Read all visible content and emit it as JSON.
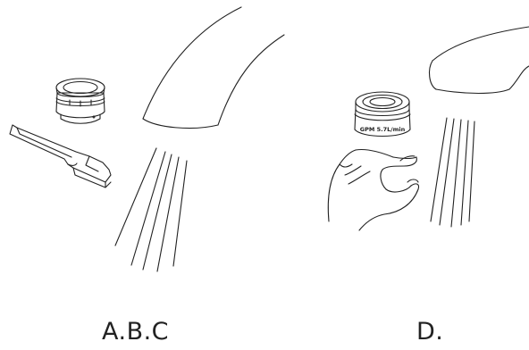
{
  "captions": {
    "left": "A.B.C",
    "right": "D."
  },
  "left_panel": {
    "aerator_marking": "",
    "icons": [
      "aerator-icon",
      "wrench-icon",
      "faucet-spout-icon",
      "water-stream-icon"
    ]
  },
  "right_panel": {
    "aerator_marking": "GPM 5.7L/min",
    "icons": [
      "aerator-icon",
      "hand-icon",
      "faucet-spout-icon",
      "water-stream-icon"
    ]
  },
  "colors": {
    "line": "#222222",
    "background": "#ffffff"
  }
}
